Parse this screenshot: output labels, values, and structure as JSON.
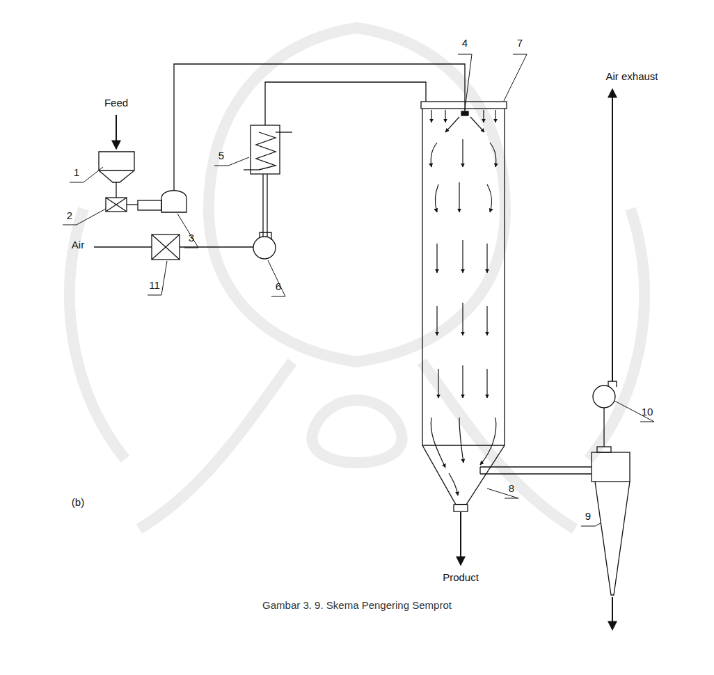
{
  "diagram": {
    "caption": "Gambar 3. 9. Skema Pengering Semprot",
    "labels": [
      "Feed",
      "1",
      "2",
      "3",
      "4",
      "7",
      "5",
      "Air exhaust",
      "Air",
      "11",
      "6",
      "10",
      "8",
      "9",
      "(b)",
      "Product"
    ]
  }
}
